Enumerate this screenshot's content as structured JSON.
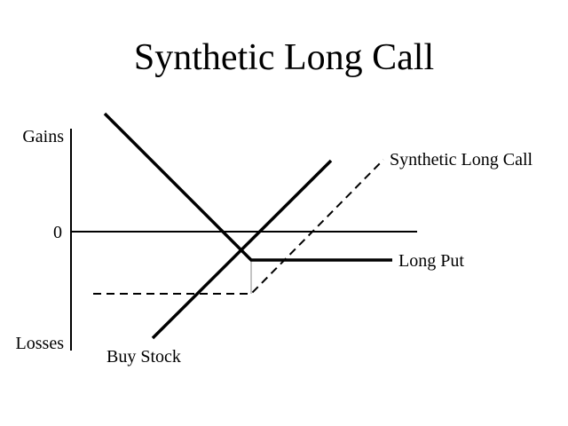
{
  "title": "Synthetic Long Call",
  "axis": {
    "gains_label": "Gains",
    "zero_label": "0",
    "losses_label": "Losses"
  },
  "lines": {
    "synthetic_long_call": {
      "label": "Synthetic Long Call",
      "style": "dashed",
      "color": "#000000"
    },
    "long_put": {
      "label": "Long Put",
      "style": "solid",
      "color": "#000000"
    },
    "buy_stock": {
      "label": "Buy Stock",
      "style": "solid",
      "color": "#000000"
    }
  }
}
